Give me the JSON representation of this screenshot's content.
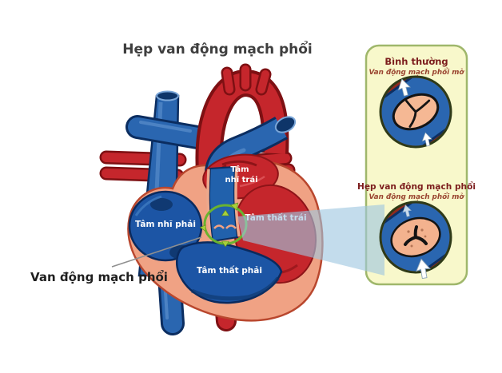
{
  "title": "Hẹp van động mạch phổi",
  "heart": {
    "labels": {
      "right_atrium": "Tâm nhĩ phải",
      "left_atrium_line1": "Tâm",
      "left_atrium_line2": "nhĩ trái",
      "left_ventricle": "Tâm thất trái",
      "right_ventricle": "Tâm thất phải"
    }
  },
  "callout": {
    "label": "Van động mạch phổi"
  },
  "panel": {
    "normal": {
      "title": "Bình thường",
      "subtitle": "Van động mạch phổi mở"
    },
    "stenosis": {
      "title": "Hẹp van động mạch phổi",
      "subtitle": "Van động mạch phổi mở"
    }
  },
  "icons": {
    "flow_arrows": "white arrows indicating upward blood flow through valve",
    "target_ring": "green circle marking the pulmonary valve",
    "magnifier_beam": "light blue beam linking valve to detail panel"
  },
  "colors": {
    "artery_red": "#c5262c",
    "artery_red_dark": "#7e1013",
    "vein_blue": "#2a66b0",
    "vein_blue_dark": "#0b2d60",
    "chamber_blue": "#1c55a5",
    "heart_wall_pink": "#f0a284",
    "heart_wall_outline": "#b9472e",
    "panel_bg": "#f8f8cb",
    "panel_border": "#9fb76b",
    "panel_text_maroon": "#7c1d1d",
    "valve_orifice_pink": "#f5b894",
    "valve_wall_maroon": "#8e2a1d",
    "annotation_green": "#6ab32f",
    "beam_blue": "#bfdcec",
    "title_gray": "#3e3e3e"
  }
}
